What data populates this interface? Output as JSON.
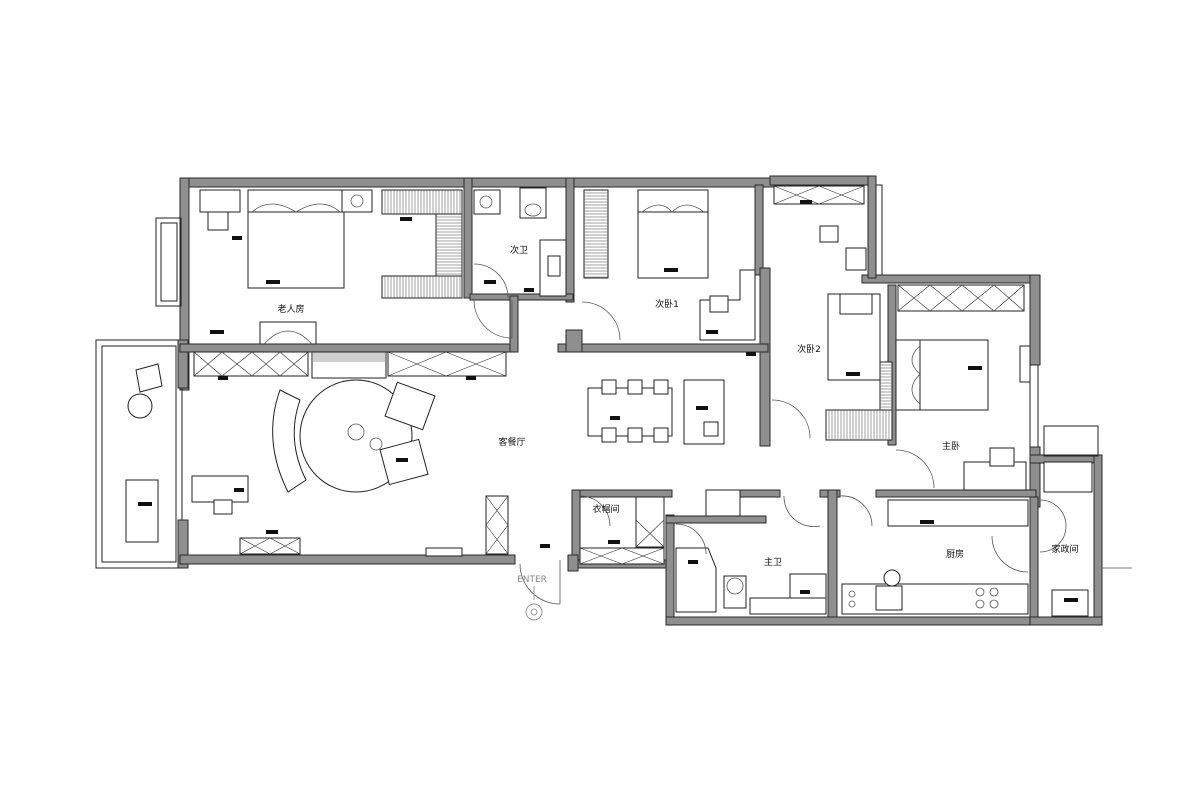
{
  "plan": {
    "rooms": {
      "elder_room": "老人房",
      "second_bath": "次卫",
      "second_bedroom_1": "次卧1",
      "second_bedroom_2": "次卧2",
      "master_bedroom": "主卧",
      "living_room": "客餐厅",
      "cloakroom": "衣帽间",
      "master_bath": "主卫",
      "kitchen": "厨房",
      "laundry": "家政间"
    },
    "entrance_label": "ENTER"
  }
}
